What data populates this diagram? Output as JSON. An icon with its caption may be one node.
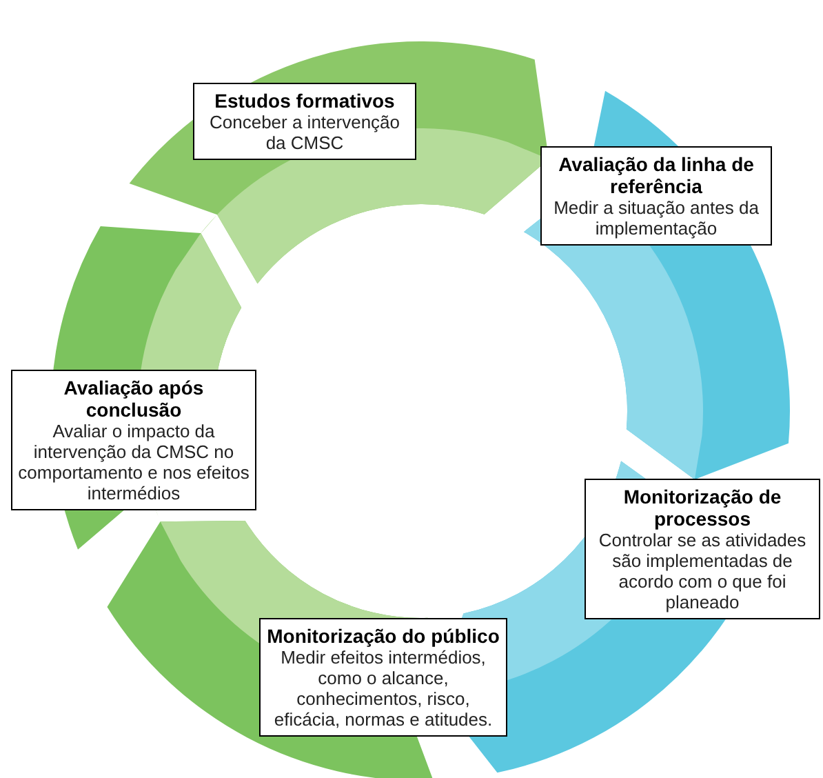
{
  "diagram": {
    "nodes": [
      {
        "text": [
          "Estudos formativos",
          "Conceber a intervenção da CMSC"
        ]
      },
      {
        "text": [
          "Avaliação da linha de referência",
          "Medir a situação antes da implementação"
        ]
      },
      {
        "text": [
          "Monitorização de processos",
          "Controlar se as atividades são implementadas de acordo com o que foi planeado"
        ]
      },
      {
        "text": [
          "Monitorização do público",
          "Medir efeitos intermédios, como o alcance, conhecimentos, risco, eficácia, normas e atitudes."
        ]
      },
      {
        "text": [
          "Avaliação após conclusão",
          "Avaliar o impacto da intervenção da CMSC no comportamento e nos efeitos intermédios"
        ]
      }
    ]
  }
}
